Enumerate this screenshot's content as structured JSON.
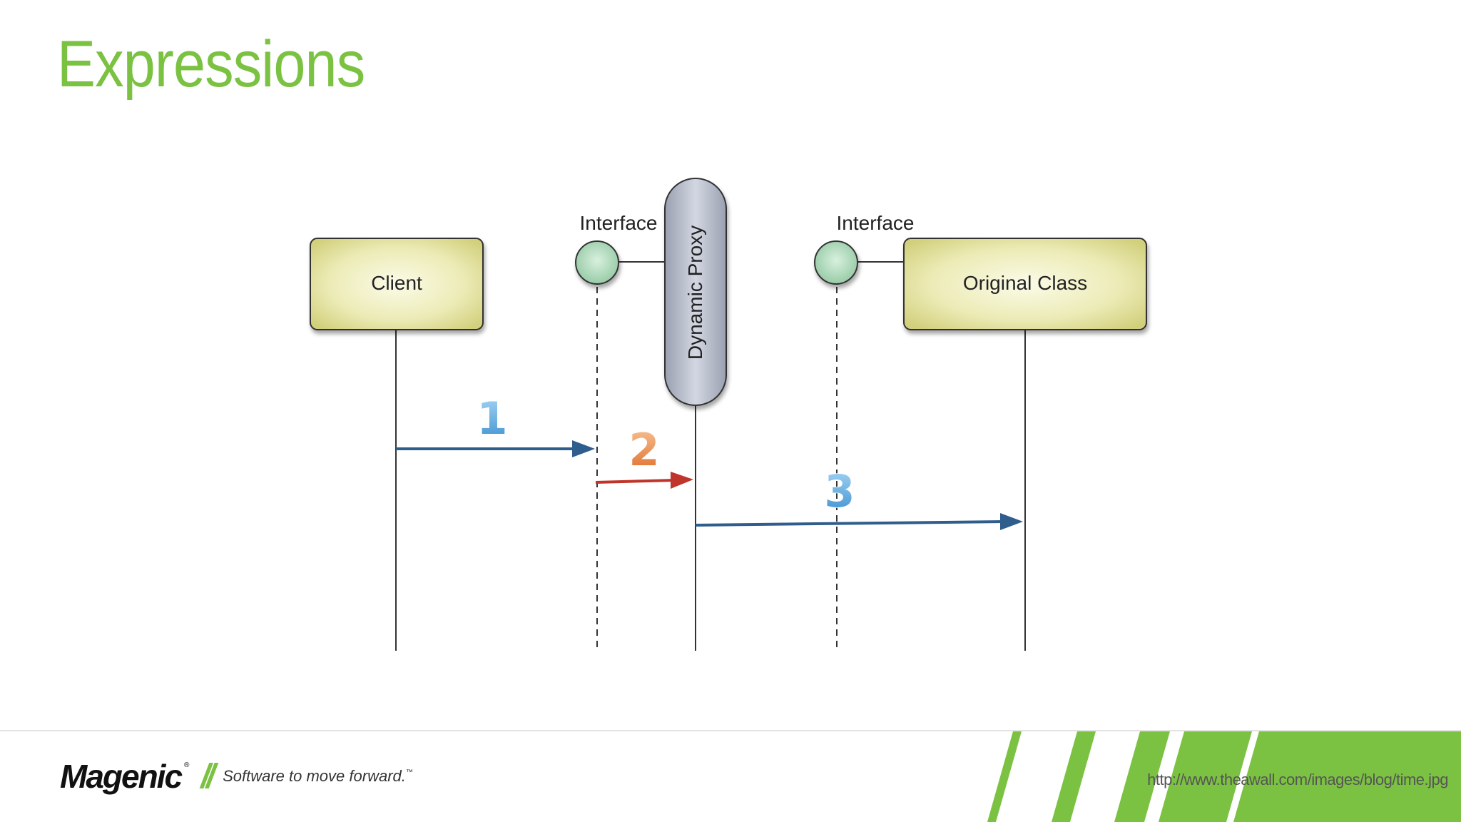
{
  "slide": {
    "title": "Expressions",
    "source_url": "http://www.theawall.com/images/blog/time.jpg"
  },
  "diagram": {
    "participants": [
      {
        "id": "client",
        "label": "Client",
        "shape": "box"
      },
      {
        "id": "interface-1",
        "label": "Interface",
        "shape": "circle"
      },
      {
        "id": "proxy",
        "label": "Dynamic Proxy",
        "shape": "capsule"
      },
      {
        "id": "interface-2",
        "label": "Interface",
        "shape": "circle"
      },
      {
        "id": "original",
        "label": "Original Class",
        "shape": "box"
      }
    ],
    "messages": [
      {
        "number": "1",
        "from": "client",
        "to": "interface-1",
        "color": "#2f5d8c"
      },
      {
        "number": "2",
        "from": "interface-1",
        "to": "proxy",
        "color": "#c0352b"
      },
      {
        "number": "3",
        "from": "proxy",
        "to": "original",
        "color": "#2f5d8c"
      }
    ]
  },
  "footer": {
    "brand_name": "Magenic",
    "brand_slashes": "//",
    "tagline": "Software to move forward.",
    "trademark": "™",
    "registered": "®"
  },
  "colors": {
    "accent": "#7cc242",
    "box_fill": "#e8e8b0",
    "circle_fill": "#a8d8b8",
    "proxy_fill": "#b6bccc"
  }
}
